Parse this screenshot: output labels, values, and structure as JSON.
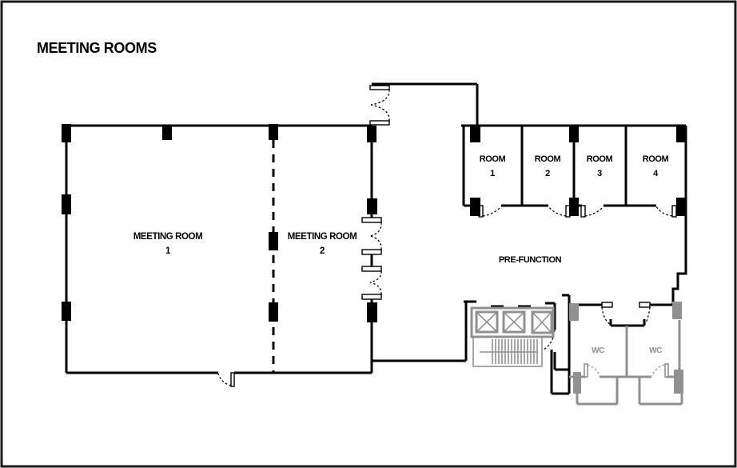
{
  "title": "MEETING ROOMS",
  "colors": {
    "walls": "#000000",
    "secondary_structures": "#909090",
    "background": "#ffffff"
  },
  "areas": {
    "meeting_room_1": {
      "name": "MEETING ROOM",
      "number": "1"
    },
    "meeting_room_2": {
      "name": "MEETING ROOM",
      "number": "2"
    },
    "pre_function": {
      "name": "PRE-FUNCTION"
    },
    "rooms": [
      {
        "name": "ROOM",
        "number": "1"
      },
      {
        "name": "ROOM",
        "number": "2"
      },
      {
        "name": "ROOM",
        "number": "3"
      },
      {
        "name": "ROOM",
        "number": "4"
      }
    ],
    "wc_left": {
      "name": "WC"
    },
    "wc_right": {
      "name": "WC"
    }
  },
  "features": {
    "elevator_count": 3
  }
}
